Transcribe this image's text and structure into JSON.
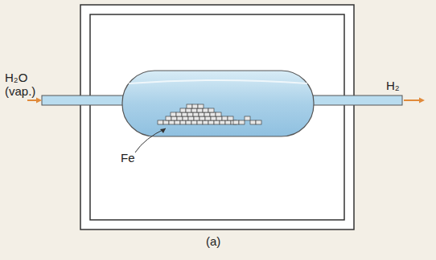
{
  "diagram": {
    "labels": [
      "H₂O (vap.)",
      "H₂",
      "Fe",
      "(a)"
    ]
  }
}
